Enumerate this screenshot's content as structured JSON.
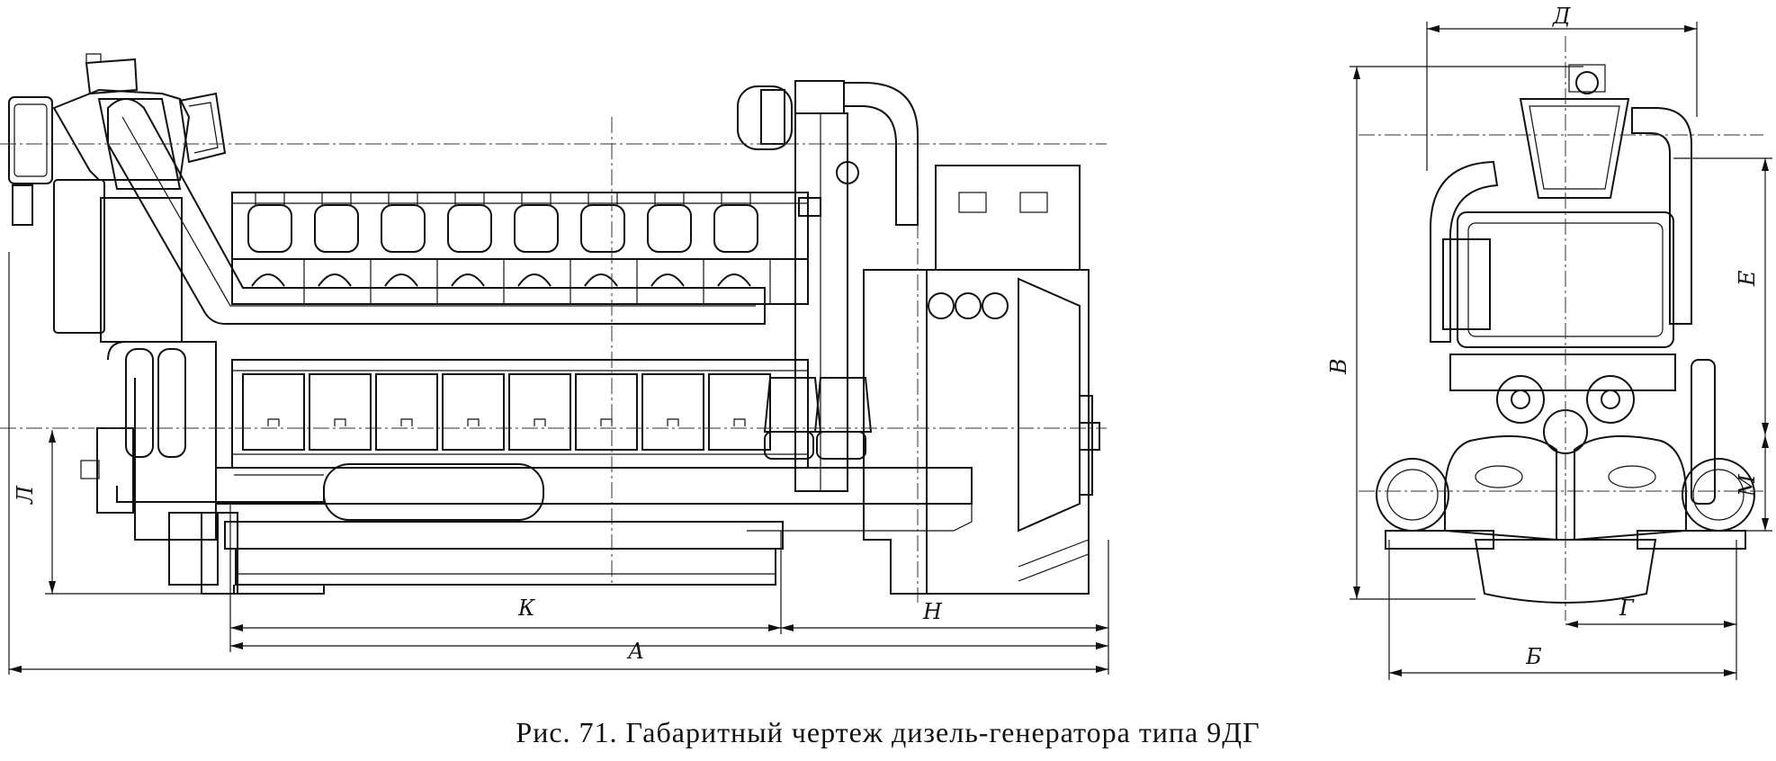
{
  "figure": {
    "caption": "Рис. 71. Габаритный чертеж дизель-генератора типа 9ДГ"
  },
  "dimension_labels": {
    "A": "А",
    "K": "К",
    "N": "Н",
    "L": "Л",
    "B": "Б",
    "V": "В",
    "G": "Г",
    "D": "Д",
    "E": "Е",
    "M": "М"
  },
  "views": [
    "side-view",
    "end-view"
  ]
}
